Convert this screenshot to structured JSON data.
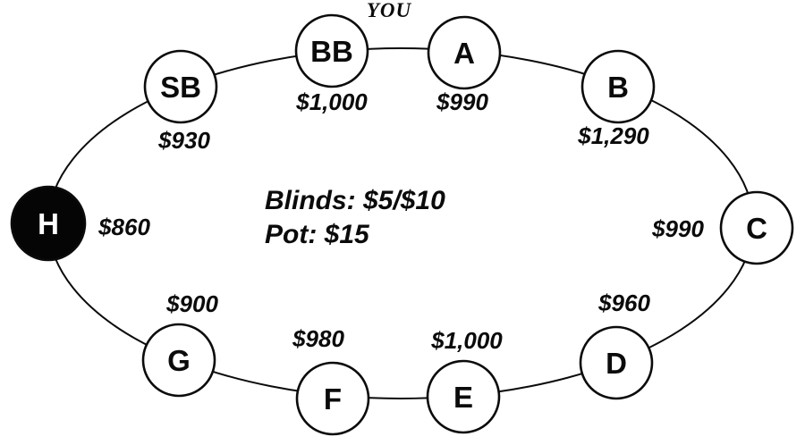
{
  "you_label": "YOU",
  "center_info": {
    "blinds": "Blinds: $5/$10",
    "pot": "Pot: $15"
  },
  "colors": {
    "ink": "#0b0b0b",
    "paper": "#ffffff",
    "filled_seat_fill": "#050505",
    "filled_seat_text": "#ffffff"
  },
  "seats": [
    {
      "label": "BB",
      "stack": "$1,000",
      "filled": false
    },
    {
      "label": "A",
      "stack": "$990",
      "filled": false
    },
    {
      "label": "B",
      "stack": "$1,290",
      "filled": false
    },
    {
      "label": "C",
      "stack": "$990",
      "filled": false
    },
    {
      "label": "D",
      "stack": "$960",
      "filled": false
    },
    {
      "label": "E",
      "stack": "$1,000",
      "filled": false
    },
    {
      "label": "F",
      "stack": "$980",
      "filled": false
    },
    {
      "label": "G",
      "stack": "$900",
      "filled": false
    },
    {
      "label": "H",
      "stack": "$860",
      "filled": true
    },
    {
      "label": "SB",
      "stack": "$930",
      "filled": false
    }
  ]
}
